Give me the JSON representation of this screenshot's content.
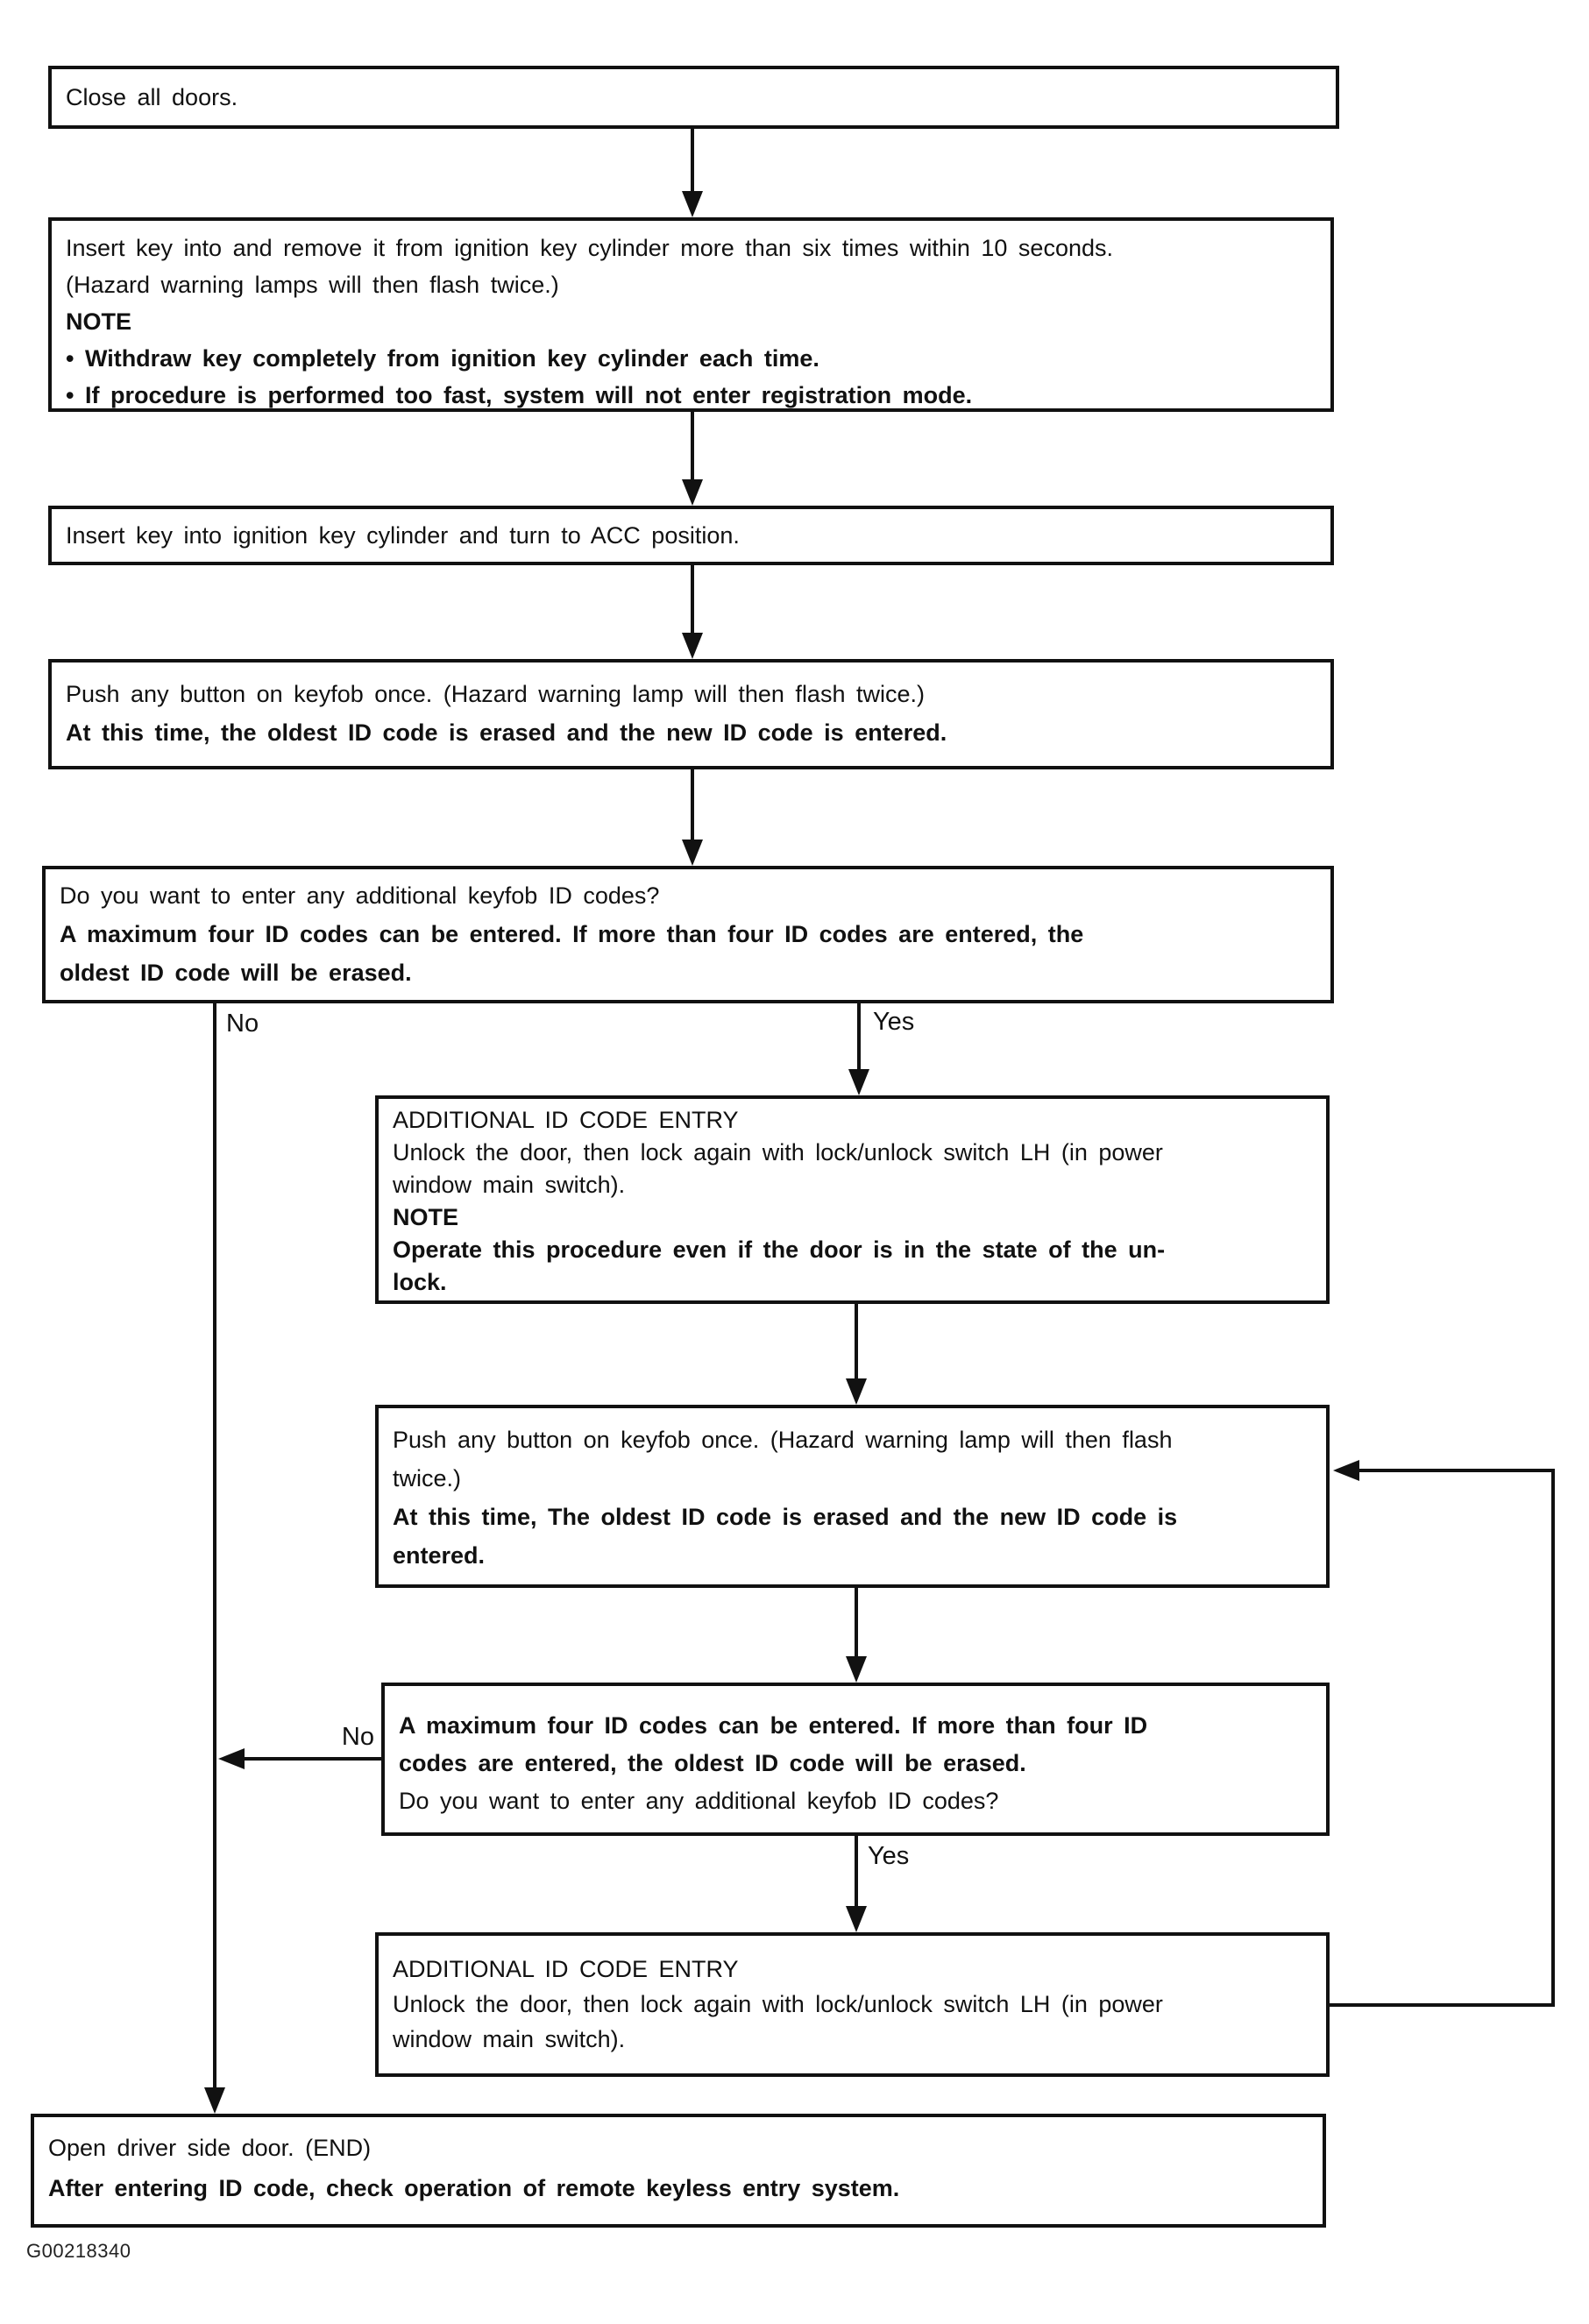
{
  "figure_code": "G00218340",
  "flowchart": {
    "labels": {
      "no_1": "No",
      "yes_1": "Yes",
      "no_2": "No",
      "yes_2": "Yes"
    },
    "boxes": [
      {
        "id": "close-all-doors",
        "lines": [
          {
            "text": "Close all doors.",
            "bold": false
          }
        ]
      },
      {
        "id": "insert-remove-key",
        "lines": [
          {
            "text": "Insert key into and remove it from ignition key cylinder more than six times within 10 seconds.",
            "bold": false
          },
          {
            "text": "(Hazard warning lamps will then flash twice.)",
            "bold": false
          },
          {
            "text": "NOTE",
            "bold": true
          },
          {
            "text": "• Withdraw key completely from ignition key cylinder each time.",
            "bold": true
          },
          {
            "text": "• If procedure is performed too fast, system will not enter registration mode.",
            "bold": true
          }
        ]
      },
      {
        "id": "insert-key-acc",
        "lines": [
          {
            "text": "Insert key into ignition key cylinder and turn to ACC position.",
            "bold": false
          }
        ]
      },
      {
        "id": "push-keyfob-button",
        "lines": [
          {
            "text": "Push any button on keyfob once. (Hazard warning lamp will then flash twice.)",
            "bold": false
          },
          {
            "text": "At this time, the oldest ID code is erased and the new ID code is entered.",
            "bold": true
          }
        ]
      },
      {
        "id": "additional-codes-question",
        "lines": [
          {
            "text": "Do you want to enter any additional keyfob ID codes?",
            "bold": false
          },
          {
            "text": "A maximum four ID codes can be entered. If more than four ID codes are entered, the",
            "bold": true
          },
          {
            "text": "oldest ID code will be erased.",
            "bold": true
          }
        ]
      },
      {
        "id": "additional-id-code-entry-1",
        "lines": [
          {
            "text": "ADDITIONAL ID CODE ENTRY",
            "bold": false
          },
          {
            "text": "Unlock the door, then lock again with lock/unlock switch LH (in power",
            "bold": false
          },
          {
            "text": "window main switch).",
            "bold": false
          },
          {
            "text": "NOTE",
            "bold": true
          },
          {
            "text": "Operate this procedure even if the door is in the state of the un-",
            "bold": true
          },
          {
            "text": "lock.",
            "bold": true
          }
        ]
      },
      {
        "id": "push-keyfob-button-2",
        "lines": [
          {
            "text": "Push any button on keyfob once. (Hazard warning lamp will then flash",
            "bold": false
          },
          {
            "text": "twice.)",
            "bold": false
          },
          {
            "text": "At this time, The oldest ID code is erased and the new ID code is",
            "bold": true
          },
          {
            "text": "entered.",
            "bold": true
          }
        ]
      },
      {
        "id": "max-codes-question",
        "lines": [
          {
            "text": "A maximum four ID codes can be entered. If more than four ID",
            "bold": true
          },
          {
            "text": "codes are entered, the oldest ID code will be erased.",
            "bold": true
          },
          {
            "text": "Do you want to enter any additional keyfob ID codes?",
            "bold": false
          }
        ]
      },
      {
        "id": "additional-id-code-entry-2",
        "lines": [
          {
            "text": "ADDITIONAL ID CODE ENTRY",
            "bold": false
          },
          {
            "text": "Unlock the door, then lock again with lock/unlock switch LH (in power",
            "bold": false
          },
          {
            "text": "window main switch).",
            "bold": false
          }
        ]
      },
      {
        "id": "open-driver-door-end",
        "lines": [
          {
            "text": "Open driver side door. (END)",
            "bold": false
          },
          {
            "text": "After entering ID code, check operation of remote keyless entry system.",
            "bold": true
          }
        ]
      }
    ]
  }
}
